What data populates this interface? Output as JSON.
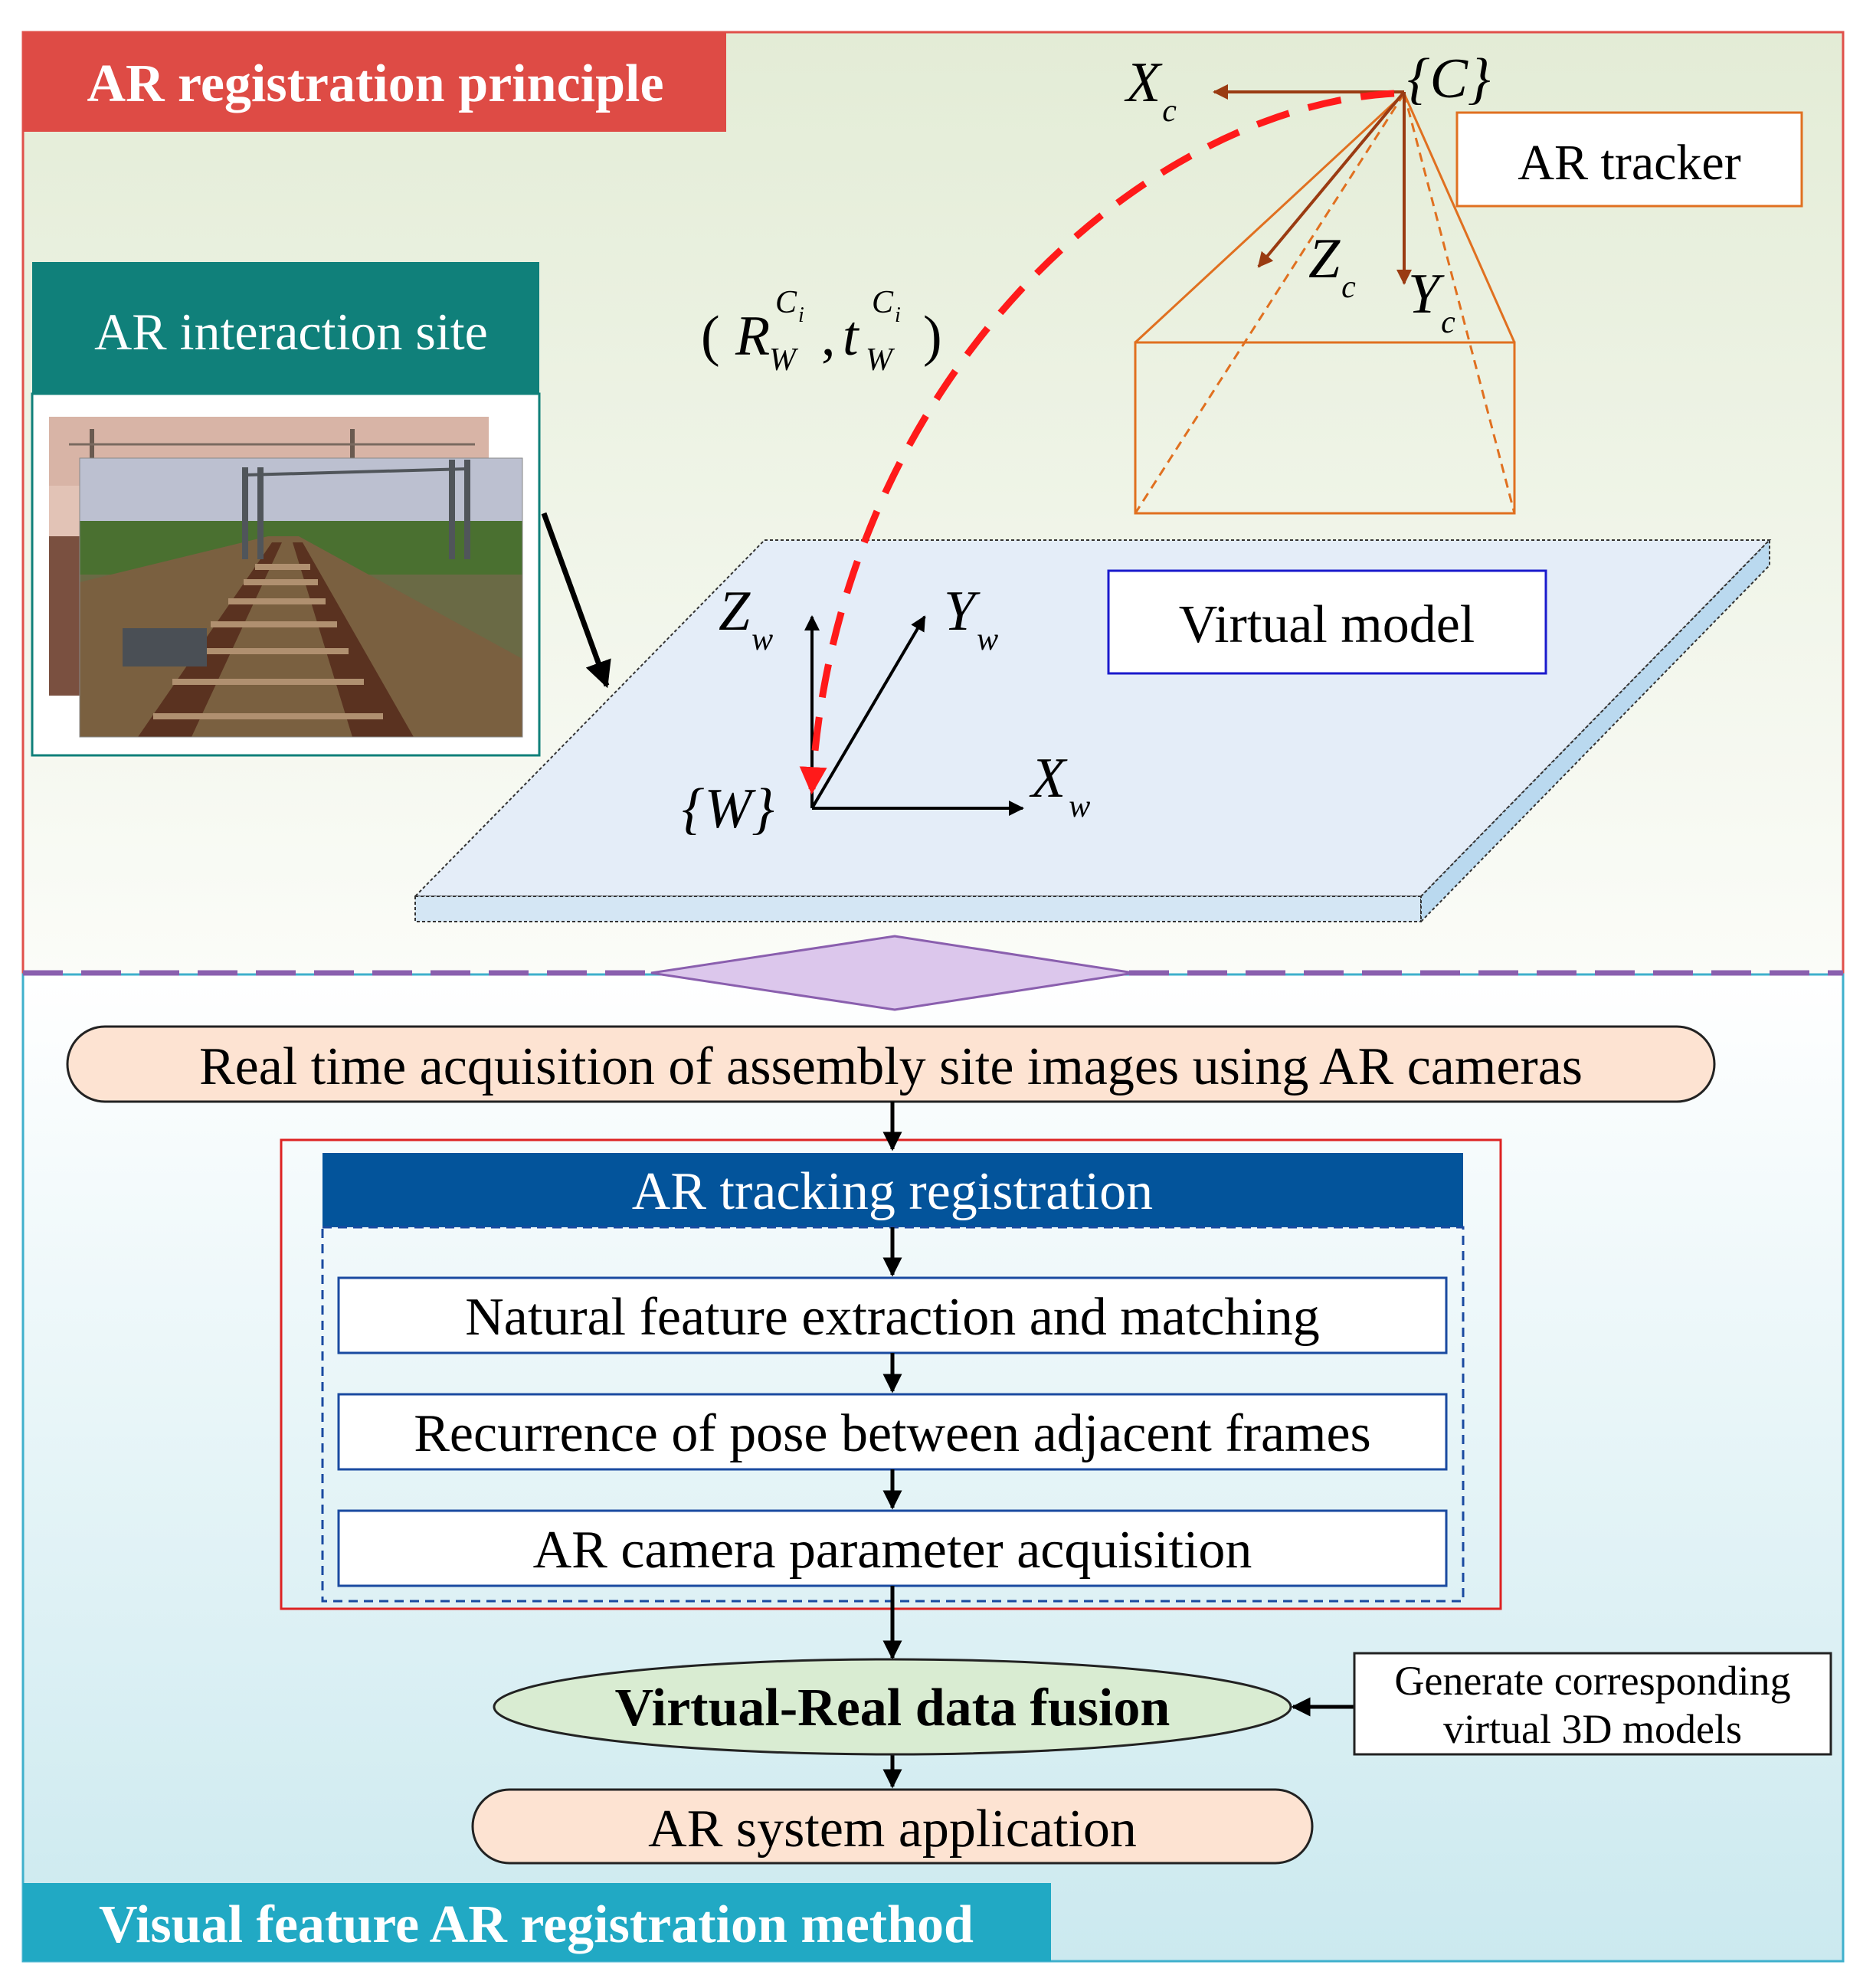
{
  "top_panel": {
    "title": "AR registration principle",
    "interaction_site_label": "AR interaction site",
    "tracker_label": "AR tracker",
    "virtual_model_label": "Virtual model",
    "camera_frame": "{C}",
    "world_frame": "{W}",
    "axes": {
      "xc": "X",
      "xc_sub": "c",
      "zc": "Z",
      "zc_sub": "c",
      "yc": "Y",
      "yc_sub": "c",
      "zw": "Z",
      "zw_sub": "w",
      "yw": "Y",
      "yw_sub": "w",
      "xw": "X",
      "xw_sub": "w"
    },
    "pose": {
      "open": "(",
      "R": "R",
      "R_sub": "W",
      "R_sup": "C",
      "R_sup_sub": "i",
      "comma": ",",
      "t": "t",
      "t_sub": "W",
      "t_sup": "C",
      "t_sup_sub": "i",
      "close": ")"
    }
  },
  "bottom_panel": {
    "title": "Visual feature AR registration method",
    "acquisition": "Real time acquisition of assembly site images using AR cameras",
    "tracking_header": "AR tracking registration",
    "steps": [
      "Natural feature extraction and matching",
      "Recurrence of pose between adjacent frames",
      "AR camera parameter acquisition"
    ],
    "fusion": "Virtual-Real data fusion",
    "generate_line1": "Generate corresponding",
    "generate_line2": "virtual 3D models",
    "application": "AR system application"
  },
  "colors": {
    "red_banner": "#de4b45",
    "teal_banner": "#10807a",
    "cyan_banner": "#21a9c4",
    "navy_header": "#03549b",
    "pose_arrow": "#ff1a1a",
    "camera_arrow": "#9a3b12",
    "frustum": "#e07020",
    "purple_divider": "#8a5fae"
  }
}
